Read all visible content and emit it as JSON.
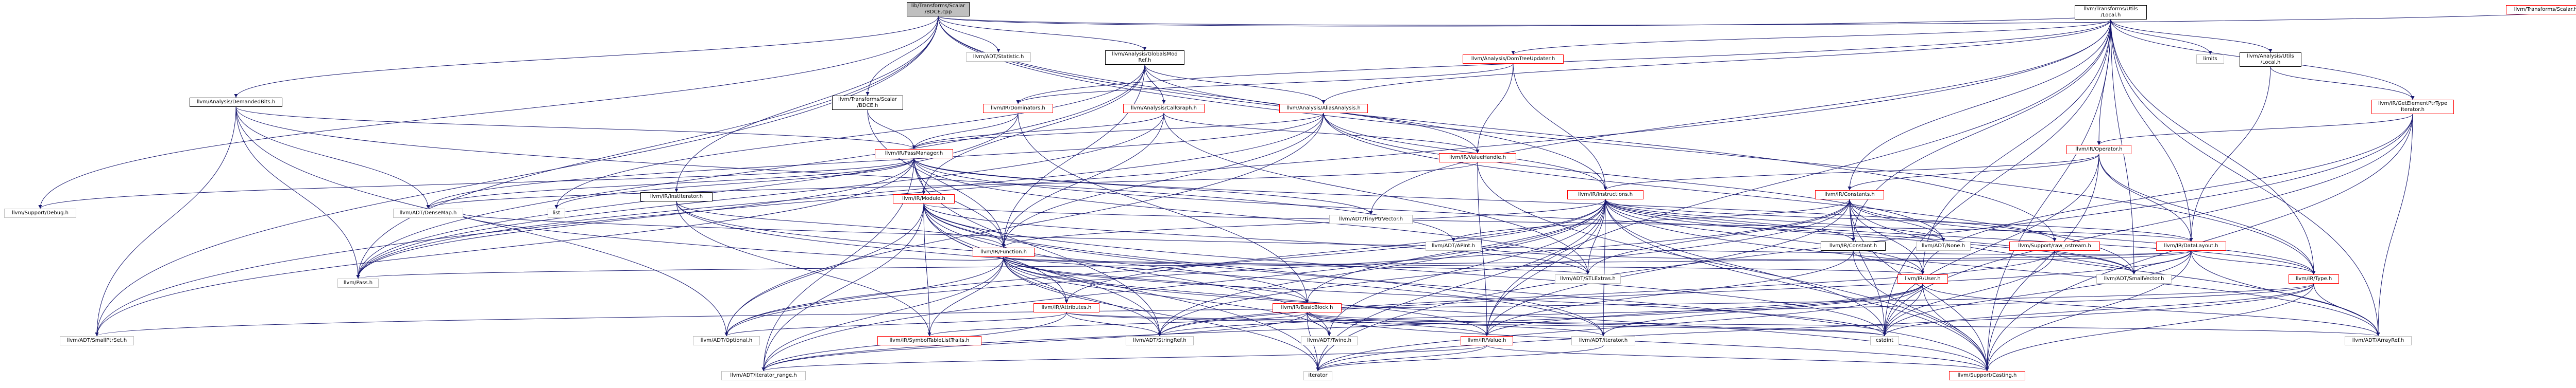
{
  "colors": {
    "edge": "#191970",
    "root_fill": "#bfbfbf",
    "red_border": "#ff0000",
    "grey_border": "#bfbfbf",
    "black_border": "#000000"
  },
  "nodes": {
    "root": {
      "label": "lib/Transforms/Scalar\n/BDCE.cpp",
      "style": "root"
    },
    "llvm_adt_statistic": {
      "label": "llvm/ADT/Statistic.h",
      "style": "grey"
    },
    "llvm_analysis_globalsmodref": {
      "label": "llvm/Analysis/GlobalsMod\nRef.h",
      "style": "black"
    },
    "llvm_transforms_utils_local": {
      "label": "llvm/Transforms/Utils\n/Local.h",
      "style": "black"
    },
    "llvm_transforms_scalar": {
      "label": "llvm/Transforms/Scalar.h",
      "style": "red"
    },
    "llvm_analysis_demandedbits": {
      "label": "llvm/Analysis/DemandedBits.h",
      "style": "black"
    },
    "llvm_transforms_scalar_bdce": {
      "label": "llvm/Transforms/Scalar\n/BDCE.h",
      "style": "black"
    },
    "llvm_analysis_domtreeupdater": {
      "label": "llvm/Analysis/DomTreeUpdater.h",
      "style": "red"
    },
    "limits": {
      "label": "limits",
      "style": "grey"
    },
    "llvm_analysis_utils_local": {
      "label": "llvm/Analysis/Utils\n/Local.h",
      "style": "black"
    },
    "llvm_ir_getelementptrtypeiterator": {
      "label": "llvm/IR/GetElementPtrType\nIterator.h",
      "style": "red"
    },
    "llvm_ir_dominators": {
      "label": "llvm/IR/Dominators.h",
      "style": "red"
    },
    "llvm_analysis_callgraph": {
      "label": "llvm/Analysis/CallGraph.h",
      "style": "red"
    },
    "llvm_analysis_aliasanalysis": {
      "label": "llvm/Analysis/AliasAnalysis.h",
      "style": "red"
    },
    "llvm_ir_operator": {
      "label": "llvm/IR/Operator.h",
      "style": "red"
    },
    "llvm_ir_passmanager": {
      "label": "llvm/IR/PassManager.h",
      "style": "red"
    },
    "llvm_ir_valuehandle": {
      "label": "llvm/IR/ValueHandle.h",
      "style": "red"
    },
    "llvm_ir_instructions": {
      "label": "llvm/IR/Instructions.h",
      "style": "red"
    },
    "llvm_ir_constants": {
      "label": "llvm/IR/Constants.h",
      "style": "red"
    },
    "llvm_ir_institerator": {
      "label": "llvm/IR/InstIterator.h",
      "style": "black"
    },
    "llvm_ir_module": {
      "label": "llvm/IR/Module.h",
      "style": "red"
    },
    "llvm_support_debug": {
      "label": "llvm/Support/Debug.h",
      "style": "grey"
    },
    "llvm_adt_densemap": {
      "label": "llvm/ADT/DenseMap.h",
      "style": "grey"
    },
    "list": {
      "label": "list",
      "style": "grey"
    },
    "llvm_adt_tinyptrvector": {
      "label": "llvm/ADT/TinyPtrVector.h",
      "style": "grey"
    },
    "llvm_adt_apint": {
      "label": "llvm/ADT/APInt.h",
      "style": "grey"
    },
    "llvm_ir_constant": {
      "label": "llvm/IR/Constant.h",
      "style": "black"
    },
    "llvm_adt_none": {
      "label": "llvm/ADT/None.h",
      "style": "grey"
    },
    "llvm_support_raw_ostream": {
      "label": "llvm/Support/raw_ostream.h",
      "style": "red"
    },
    "llvm_ir_datalayout": {
      "label": "llvm/IR/DataLayout.h",
      "style": "red"
    },
    "llvm_ir_function": {
      "label": "llvm/IR/Function.h",
      "style": "red"
    },
    "llvm_adt_stlextras": {
      "label": "llvm/ADT/STLExtras.h",
      "style": "grey"
    },
    "llvm_ir_user": {
      "label": "llvm/IR/User.h",
      "style": "red"
    },
    "llvm_adt_smallvector": {
      "label": "llvm/ADT/SmallVector.h",
      "style": "grey"
    },
    "llvm_ir_type": {
      "label": "llvm/IR/Type.h",
      "style": "red"
    },
    "llvm_pass": {
      "label": "llvm/Pass.h",
      "style": "grey"
    },
    "llvm_ir_attributes": {
      "label": "llvm/IR/Attributes.h",
      "style": "red"
    },
    "llvm_ir_basicblock": {
      "label": "llvm/IR/BasicBlock.h",
      "style": "red"
    },
    "llvm_adt_smallptrset": {
      "label": "llvm/ADT/SmallPtrSet.h",
      "style": "grey"
    },
    "llvm_adt_optional": {
      "label": "llvm/ADT/Optional.h",
      "style": "grey"
    },
    "llvm_ir_symboltablelisttraits": {
      "label": "llvm/IR/SymbolTableListTraits.h",
      "style": "red"
    },
    "llvm_adt_stringref": {
      "label": "llvm/ADT/StringRef.h",
      "style": "grey"
    },
    "llvm_adt_twine": {
      "label": "llvm/ADT/Twine.h",
      "style": "grey"
    },
    "llvm_ir_value": {
      "label": "llvm/IR/Value.h",
      "style": "red"
    },
    "llvm_adt_iterator": {
      "label": "llvm/ADT/iterator.h",
      "style": "grey"
    },
    "cstdint": {
      "label": "cstdint",
      "style": "grey"
    },
    "llvm_adt_arrayref": {
      "label": "llvm/ADT/ArrayRef.h",
      "style": "grey"
    },
    "llvm_adt_iterator_range": {
      "label": "llvm/ADT/iterator_range.h",
      "style": "grey"
    },
    "iterator": {
      "label": "iterator",
      "style": "grey"
    },
    "llvm_support_casting": {
      "label": "llvm/Support/Casting.h",
      "style": "red"
    }
  },
  "edges": [
    [
      "root",
      "llvm_adt_statistic"
    ],
    [
      "root",
      "llvm_analysis_globalsmodref"
    ],
    [
      "root",
      "llvm_transforms_utils_local"
    ],
    [
      "root",
      "llvm_transforms_scalar"
    ],
    [
      "root",
      "llvm_analysis_demandedbits"
    ],
    [
      "root",
      "llvm_transforms_scalar_bdce"
    ],
    [
      "root",
      "llvm_ir_institerator"
    ],
    [
      "root",
      "llvm_support_debug"
    ],
    [
      "root",
      "llvm_support_raw_ostream"
    ],
    [
      "root",
      "llvm_ir_instructions"
    ],
    [
      "root",
      "llvm_pass"
    ],
    [
      "root",
      "llvm_adt_smallptrset"
    ],
    [
      "root",
      "llvm_ir_type"
    ],
    [
      "llvm_analysis_globalsmodref",
      "llvm_analysis_aliasanalysis"
    ],
    [
      "llvm_analysis_globalsmodref",
      "llvm_analysis_callgraph"
    ],
    [
      "llvm_analysis_globalsmodref",
      "llvm_ir_valuehandle"
    ],
    [
      "llvm_analysis_globalsmodref",
      "llvm_ir_function"
    ],
    [
      "llvm_analysis_globalsmodref",
      "llvm_ir_module"
    ],
    [
      "llvm_analysis_globalsmodref",
      "llvm_pass"
    ],
    [
      "llvm_analysis_globalsmodref",
      "list"
    ],
    [
      "llvm_transforms_utils_local",
      "llvm_analysis_domtreeupdater"
    ],
    [
      "llvm_transforms_utils_local",
      "limits"
    ],
    [
      "llvm_transforms_utils_local",
      "llvm_analysis_utils_local"
    ],
    [
      "llvm_transforms_utils_local",
      "llvm_ir_getelementptrtypeiterator"
    ],
    [
      "llvm_transforms_utils_local",
      "llvm_ir_dominators"
    ],
    [
      "llvm_transforms_utils_local",
      "llvm_analysis_aliasanalysis"
    ],
    [
      "llvm_transforms_utils_local",
      "llvm_ir_operator"
    ],
    [
      "llvm_transforms_utils_local",
      "llvm_ir_constants"
    ],
    [
      "llvm_transforms_utils_local",
      "llvm_ir_constant"
    ],
    [
      "llvm_transforms_utils_local",
      "llvm_ir_datalayout"
    ],
    [
      "llvm_transforms_utils_local",
      "llvm_adt_smallptrset"
    ],
    [
      "llvm_transforms_utils_local",
      "llvm_adt_tinyptrvector"
    ],
    [
      "llvm_transforms_utils_local",
      "llvm_adt_arrayref"
    ],
    [
      "llvm_transforms_utils_local",
      "llvm_adt_smallvector"
    ],
    [
      "llvm_transforms_utils_local",
      "llvm_ir_user"
    ],
    [
      "llvm_transforms_utils_local",
      "llvm_ir_value"
    ],
    [
      "llvm_transforms_utils_local",
      "llvm_support_casting"
    ],
    [
      "llvm_transforms_utils_local",
      "cstdint"
    ],
    [
      "llvm_transforms_utils_local",
      "llvm_ir_type"
    ],
    [
      "llvm_analysis_demandedbits",
      "llvm_ir_passmanager"
    ],
    [
      "llvm_analysis_demandedbits",
      "llvm_adt_densemap"
    ],
    [
      "llvm_analysis_demandedbits",
      "llvm_adt_smallptrset"
    ],
    [
      "llvm_analysis_demandedbits",
      "llvm_adt_apint"
    ],
    [
      "llvm_analysis_demandedbits",
      "llvm_adt_optional"
    ],
    [
      "llvm_analysis_demandedbits",
      "llvm_pass"
    ],
    [
      "llvm_transforms_scalar_bdce",
      "llvm_ir_passmanager"
    ],
    [
      "llvm_transforms_scalar_bdce",
      "llvm_ir_function"
    ],
    [
      "llvm_analysis_domtreeupdater",
      "llvm_ir_dominators"
    ],
    [
      "llvm_analysis_domtreeupdater",
      "llvm_ir_valuehandle"
    ],
    [
      "llvm_analysis_domtreeupdater",
      "llvm_ir_instructions"
    ],
    [
      "llvm_analysis_utils_local",
      "llvm_ir_datalayout"
    ],
    [
      "llvm_analysis_utils_local",
      "llvm_ir_getelementptrtypeiterator"
    ],
    [
      "llvm_ir_getelementptrtypeiterator",
      "llvm_ir_operator"
    ],
    [
      "llvm_ir_getelementptrtypeiterator",
      "llvm_ir_user"
    ],
    [
      "llvm_ir_getelementptrtypeiterator",
      "llvm_adt_arrayref"
    ],
    [
      "llvm_ir_getelementptrtypeiterator",
      "llvm_support_casting"
    ],
    [
      "llvm_ir_getelementptrtypeiterator",
      "iterator"
    ],
    [
      "llvm_ir_getelementptrtypeiterator",
      "cstdint"
    ],
    [
      "llvm_ir_dominators",
      "llvm_ir_passmanager"
    ],
    [
      "llvm_ir_dominators",
      "llvm_ir_basicblock"
    ],
    [
      "llvm_ir_dominators",
      "llvm_pass"
    ],
    [
      "llvm_analysis_callgraph",
      "llvm_ir_passmanager"
    ],
    [
      "llvm_analysis_callgraph",
      "llvm_ir_function"
    ],
    [
      "llvm_analysis_callgraph",
      "llvm_ir_valuehandle"
    ],
    [
      "llvm_analysis_callgraph",
      "llvm_pass"
    ],
    [
      "llvm_analysis_callgraph",
      "llvm_adt_stlextras"
    ],
    [
      "llvm_analysis_aliasanalysis",
      "llvm_ir_passmanager"
    ],
    [
      "llvm_analysis_aliasanalysis",
      "llvm_ir_instructions"
    ],
    [
      "llvm_analysis_aliasanalysis",
      "llvm_ir_function"
    ],
    [
      "llvm_analysis_aliasanalysis",
      "llvm_pass"
    ],
    [
      "llvm_analysis_aliasanalysis",
      "llvm_adt_none"
    ],
    [
      "llvm_analysis_aliasanalysis",
      "llvm_adt_smallvector"
    ],
    [
      "llvm_analysis_aliasanalysis",
      "llvm_adt_densemap"
    ],
    [
      "llvm_analysis_aliasanalysis",
      "llvm_adt_optional"
    ],
    [
      "llvm_ir_operator",
      "llvm_ir_constants"
    ],
    [
      "llvm_ir_operator",
      "llvm_ir_datalayout"
    ],
    [
      "llvm_ir_operator",
      "llvm_ir_instructions"
    ],
    [
      "llvm_ir_operator",
      "llvm_ir_type"
    ],
    [
      "llvm_ir_operator",
      "llvm_support_casting"
    ],
    [
      "llvm_ir_operator",
      "cstdint"
    ],
    [
      "llvm_ir_passmanager",
      "llvm_support_debug"
    ],
    [
      "llvm_ir_passmanager",
      "llvm_adt_densemap"
    ],
    [
      "llvm_ir_passmanager",
      "list"
    ],
    [
      "llvm_ir_passmanager",
      "llvm_adt_tinyptrvector"
    ],
    [
      "llvm_ir_passmanager",
      "llvm_ir_module"
    ],
    [
      "llvm_ir_passmanager",
      "llvm_ir_function"
    ],
    [
      "llvm_ir_passmanager",
      "llvm_adt_stlextras"
    ],
    [
      "llvm_ir_passmanager",
      "llvm_pass"
    ],
    [
      "llvm_ir_passmanager",
      "llvm_adt_smallptrset"
    ],
    [
      "llvm_ir_passmanager",
      "llvm_adt_stringref"
    ],
    [
      "llvm_ir_passmanager",
      "llvm_support_raw_ostream"
    ],
    [
      "llvm_ir_passmanager",
      "llvm_adt_smallvector"
    ],
    [
      "llvm_ir_passmanager",
      "llvm_adt_iterator_range"
    ],
    [
      "llvm_ir_valuehandle",
      "llvm_ir_value"
    ],
    [
      "llvm_ir_valuehandle",
      "llvm_support_casting"
    ],
    [
      "llvm_ir_valuehandle",
      "llvm_adt_densemap"
    ],
    [
      "llvm_ir_instructions",
      "llvm_adt_arrayref"
    ],
    [
      "llvm_ir_instructions",
      "llvm_adt_none"
    ],
    [
      "llvm_ir_instructions",
      "llvm_adt_stlextras"
    ],
    [
      "llvm_ir_instructions",
      "llvm_adt_smallvector"
    ],
    [
      "llvm_ir_instructions",
      "llvm_adt_stringref"
    ],
    [
      "llvm_ir_instructions",
      "llvm_adt_twine"
    ],
    [
      "llvm_ir_instructions",
      "llvm_adt_iterator"
    ],
    [
      "llvm_ir_instructions",
      "llvm_adt_iterator_range"
    ],
    [
      "llvm_ir_instructions",
      "llvm_ir_attributes"
    ],
    [
      "llvm_ir_instructions",
      "llvm_ir_basicblock"
    ],
    [
      "llvm_ir_instructions",
      "llvm_ir_constant"
    ],
    [
      "llvm_ir_instructions",
      "llvm_ir_datalayout"
    ],
    [
      "llvm_ir_instructions",
      "llvm_ir_function"
    ],
    [
      "llvm_ir_instructions",
      "llvm_ir_type"
    ],
    [
      "llvm_ir_instructions",
      "llvm_ir_user"
    ],
    [
      "llvm_ir_instructions",
      "llvm_ir_value"
    ],
    [
      "llvm_ir_instructions",
      "llvm_support_casting"
    ],
    [
      "llvm_ir_instructions",
      "cstdint"
    ],
    [
      "llvm_ir_instructions",
      "iterator"
    ],
    [
      "llvm_ir_instructions",
      "llvm_adt_optional"
    ],
    [
      "llvm_ir_constants",
      "llvm_adt_apint"
    ],
    [
      "llvm_ir_constants",
      "llvm_adt_arrayref"
    ],
    [
      "llvm_ir_constants",
      "llvm_adt_none"
    ],
    [
      "llvm_ir_constants",
      "llvm_adt_stringref"
    ],
    [
      "llvm_ir_constants",
      "llvm_ir_constant"
    ],
    [
      "llvm_ir_constants",
      "llvm_ir_type"
    ],
    [
      "llvm_ir_constants",
      "llvm_ir_user"
    ],
    [
      "llvm_ir_constants",
      "llvm_ir_value"
    ],
    [
      "llvm_ir_constants",
      "llvm_support_casting"
    ],
    [
      "llvm_ir_constants",
      "cstdint"
    ],
    [
      "llvm_ir_constants",
      "llvm_adt_stlextras"
    ],
    [
      "llvm_ir_constants",
      "llvm_adt_optional"
    ],
    [
      "llvm_ir_institerator",
      "llvm_ir_basicblock"
    ],
    [
      "llvm_ir_institerator",
      "llvm_ir_function"
    ],
    [
      "llvm_ir_institerator",
      "llvm_ir_symboltablelisttraits"
    ],
    [
      "llvm_ir_institerator",
      "llvm_adt_iterator"
    ],
    [
      "llvm_ir_module",
      "llvm_adt_optional"
    ],
    [
      "llvm_ir_module",
      "llvm_adt_stlextras"
    ],
    [
      "llvm_ir_module",
      "llvm_adt_stringref"
    ],
    [
      "llvm_ir_module",
      "llvm_adt_iterator_range"
    ],
    [
      "llvm_ir_module",
      "llvm_ir_attributes"
    ],
    [
      "llvm_ir_module",
      "llvm_ir_datalayout"
    ],
    [
      "llvm_ir_module",
      "llvm_ir_function"
    ],
    [
      "llvm_ir_module",
      "llvm_ir_symboltablelisttraits"
    ],
    [
      "llvm_ir_module",
      "llvm_support_casting"
    ],
    [
      "llvm_ir_module",
      "cstdint"
    ],
    [
      "llvm_ir_module",
      "iterator"
    ],
    [
      "llvm_ir_module",
      "llvm_adt_twine"
    ],
    [
      "llvm_ir_module",
      "llvm_adt_iterator"
    ],
    [
      "llvm_ir_constant",
      "llvm_ir_user"
    ],
    [
      "llvm_ir_constant",
      "llvm_ir_value"
    ],
    [
      "llvm_ir_constant",
      "llvm_support_casting"
    ],
    [
      "llvm_support_raw_ostream",
      "llvm_adt_smallvector"
    ],
    [
      "llvm_support_raw_ostream",
      "llvm_adt_stringref"
    ],
    [
      "llvm_support_raw_ostream",
      "cstdint"
    ],
    [
      "llvm_ir_datalayout",
      "llvm_adt_arrayref"
    ],
    [
      "llvm_ir_datalayout",
      "llvm_adt_stringref"
    ],
    [
      "llvm_ir_datalayout",
      "llvm_adt_smallvector"
    ],
    [
      "llvm_ir_datalayout",
      "llvm_ir_type"
    ],
    [
      "llvm_ir_datalayout",
      "llvm_pass"
    ],
    [
      "llvm_ir_datalayout",
      "llvm_support_casting"
    ],
    [
      "llvm_ir_datalayout",
      "cstdint"
    ],
    [
      "llvm_ir_datalayout",
      "llvm_adt_densemap"
    ],
    [
      "llvm_ir_datalayout",
      "llvm_adt_apint"
    ],
    [
      "llvm_ir_function",
      "llvm_adt_iterator_range"
    ],
    [
      "llvm_ir_function",
      "llvm_adt_stringref"
    ],
    [
      "llvm_ir_function",
      "llvm_adt_twine"
    ],
    [
      "llvm_ir_function",
      "llvm_ir_attributes"
    ],
    [
      "llvm_ir_function",
      "llvm_ir_basicblock"
    ],
    [
      "llvm_ir_function",
      "llvm_ir_symboltablelisttraits"
    ],
    [
      "llvm_ir_function",
      "llvm_ir_value"
    ],
    [
      "llvm_ir_function",
      "llvm_support_casting"
    ],
    [
      "llvm_ir_function",
      "cstdint"
    ],
    [
      "llvm_ir_function",
      "llvm_adt_stlextras"
    ],
    [
      "llvm_ir_function",
      "llvm_adt_optional"
    ],
    [
      "llvm_ir_function",
      "iterator"
    ],
    [
      "llvm_ir_function",
      "llvm_ir_user"
    ],
    [
      "llvm_ir_function",
      "llvm_adt_densemap"
    ],
    [
      "llvm_ir_user",
      "llvm_adt_arrayref"
    ],
    [
      "llvm_ir_user",
      "llvm_adt_iterator"
    ],
    [
      "llvm_ir_user",
      "llvm_adt_iterator_range"
    ],
    [
      "llvm_ir_user",
      "llvm_ir_value"
    ],
    [
      "llvm_ir_user",
      "llvm_support_casting"
    ],
    [
      "llvm_ir_user",
      "cstdint"
    ],
    [
      "llvm_ir_user",
      "iterator"
    ],
    [
      "llvm_ir_type",
      "llvm_adt_arrayref"
    ],
    [
      "llvm_ir_type",
      "llvm_adt_smallptrset"
    ],
    [
      "llvm_ir_type",
      "llvm_support_casting"
    ],
    [
      "llvm_ir_type",
      "cstdint"
    ],
    [
      "llvm_ir_type",
      "iterator"
    ],
    [
      "llvm_ir_type",
      "llvm_adt_stringref"
    ],
    [
      "llvm_ir_attributes",
      "llvm_adt_optional"
    ],
    [
      "llvm_ir_attributes",
      "llvm_adt_stringref"
    ],
    [
      "llvm_ir_attributes",
      "llvm_adt_iterator_range"
    ],
    [
      "llvm_ir_attributes",
      "cstdint"
    ],
    [
      "llvm_ir_attributes",
      "llvm_adt_arrayref"
    ],
    [
      "llvm_ir_basicblock",
      "llvm_adt_twine"
    ],
    [
      "llvm_ir_basicblock",
      "llvm_adt_iterator"
    ],
    [
      "llvm_ir_basicblock",
      "llvm_adt_iterator_range"
    ],
    [
      "llvm_ir_basicblock",
      "llvm_ir_symboltablelisttraits"
    ],
    [
      "llvm_ir_basicblock",
      "llvm_ir_value"
    ],
    [
      "llvm_ir_basicblock",
      "llvm_support_casting"
    ],
    [
      "llvm_ir_basicblock",
      "cstdint"
    ],
    [
      "llvm_ir_basicblock",
      "iterator"
    ],
    [
      "llvm_ir_value",
      "llvm_adt_iterator_range"
    ],
    [
      "llvm_ir_value",
      "llvm_support_casting"
    ],
    [
      "llvm_ir_value",
      "iterator"
    ],
    [
      "llvm_adt_iterator",
      "iterator"
    ]
  ]
}
